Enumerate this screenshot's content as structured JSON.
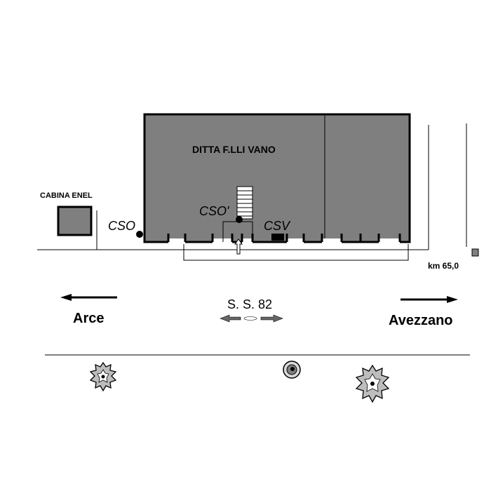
{
  "labels": {
    "building_name": "DITTA F.LLI  VANO",
    "cabina": "CABINA  ENEL",
    "cso": "CSO",
    "cso_prime": "CSO'",
    "csv": "CSV",
    "km": "km  65,0",
    "road": "S. S. 82",
    "dir_left": "Arce",
    "dir_right": "Avezzano"
  },
  "colors": {
    "building_fill": "#7f7f7f",
    "line": "#000000",
    "background": "#ffffff"
  },
  "icons": {
    "left_arrow": "arrow-left-icon",
    "right_arrow": "arrow-right-icon",
    "road_arrows": "double-arrow-icon",
    "entrance": "entrance-arrow-icon",
    "trees": "tree-icon"
  }
}
